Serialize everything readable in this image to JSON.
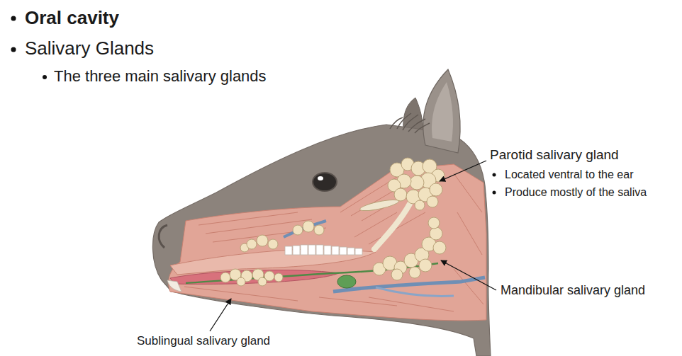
{
  "diagram": {
    "labels": [
      "Oral cavity",
      "Salivary Glands",
      "The three main salivary glands",
      "Parotid salivary gland",
      "Located ventral to the ear",
      "Produce mostly of the saliva",
      "Mandibular salivary gland",
      "Sublingual salivary gland"
    ]
  }
}
